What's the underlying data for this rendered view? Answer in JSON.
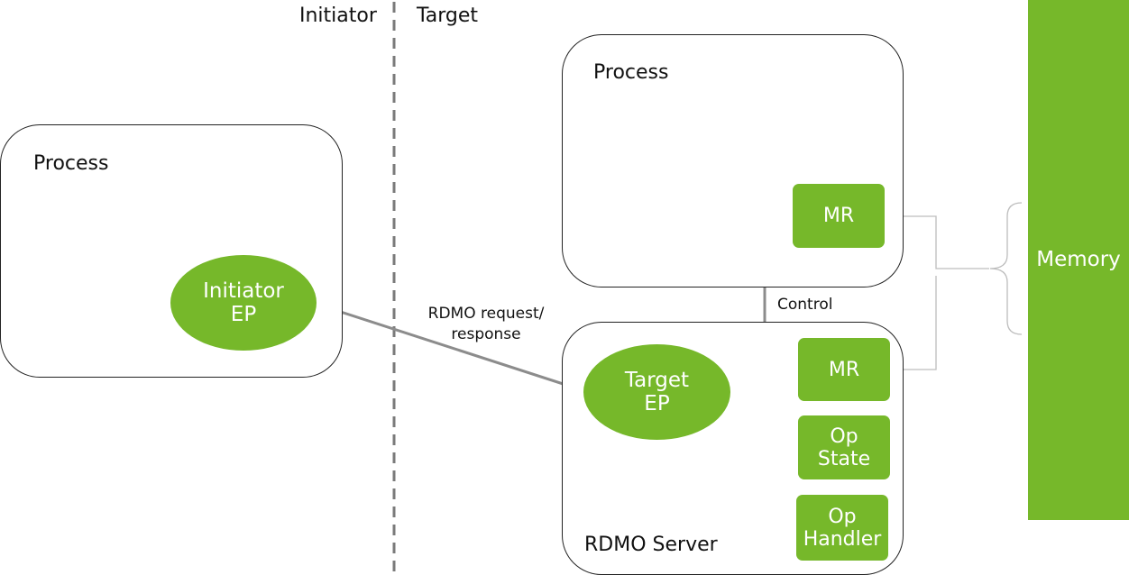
{
  "header": {
    "initiator_label": "Initiator",
    "target_label": "Target"
  },
  "initiator_process": {
    "title": "Process",
    "ep_line1": "Initiator",
    "ep_line2": "EP"
  },
  "target_process": {
    "title": "Process",
    "mr_label": "MR"
  },
  "rdmo_server": {
    "title": "RDMO Server",
    "ep_line1": "Target",
    "ep_line2": "EP",
    "mr_label": "MR",
    "op_state_line1": "Op",
    "op_state_line2": "State",
    "op_handler_line1": "Op",
    "op_handler_line2": "Handler"
  },
  "connections": {
    "request_line1": "RDMO request/",
    "request_line2": "response",
    "control_label": "Control"
  },
  "memory": {
    "label": "Memory"
  },
  "colors": {
    "accent_green": "#76b82a",
    "arrow_gray": "#8c8c8c",
    "divider_gray": "#7a7a7a"
  }
}
